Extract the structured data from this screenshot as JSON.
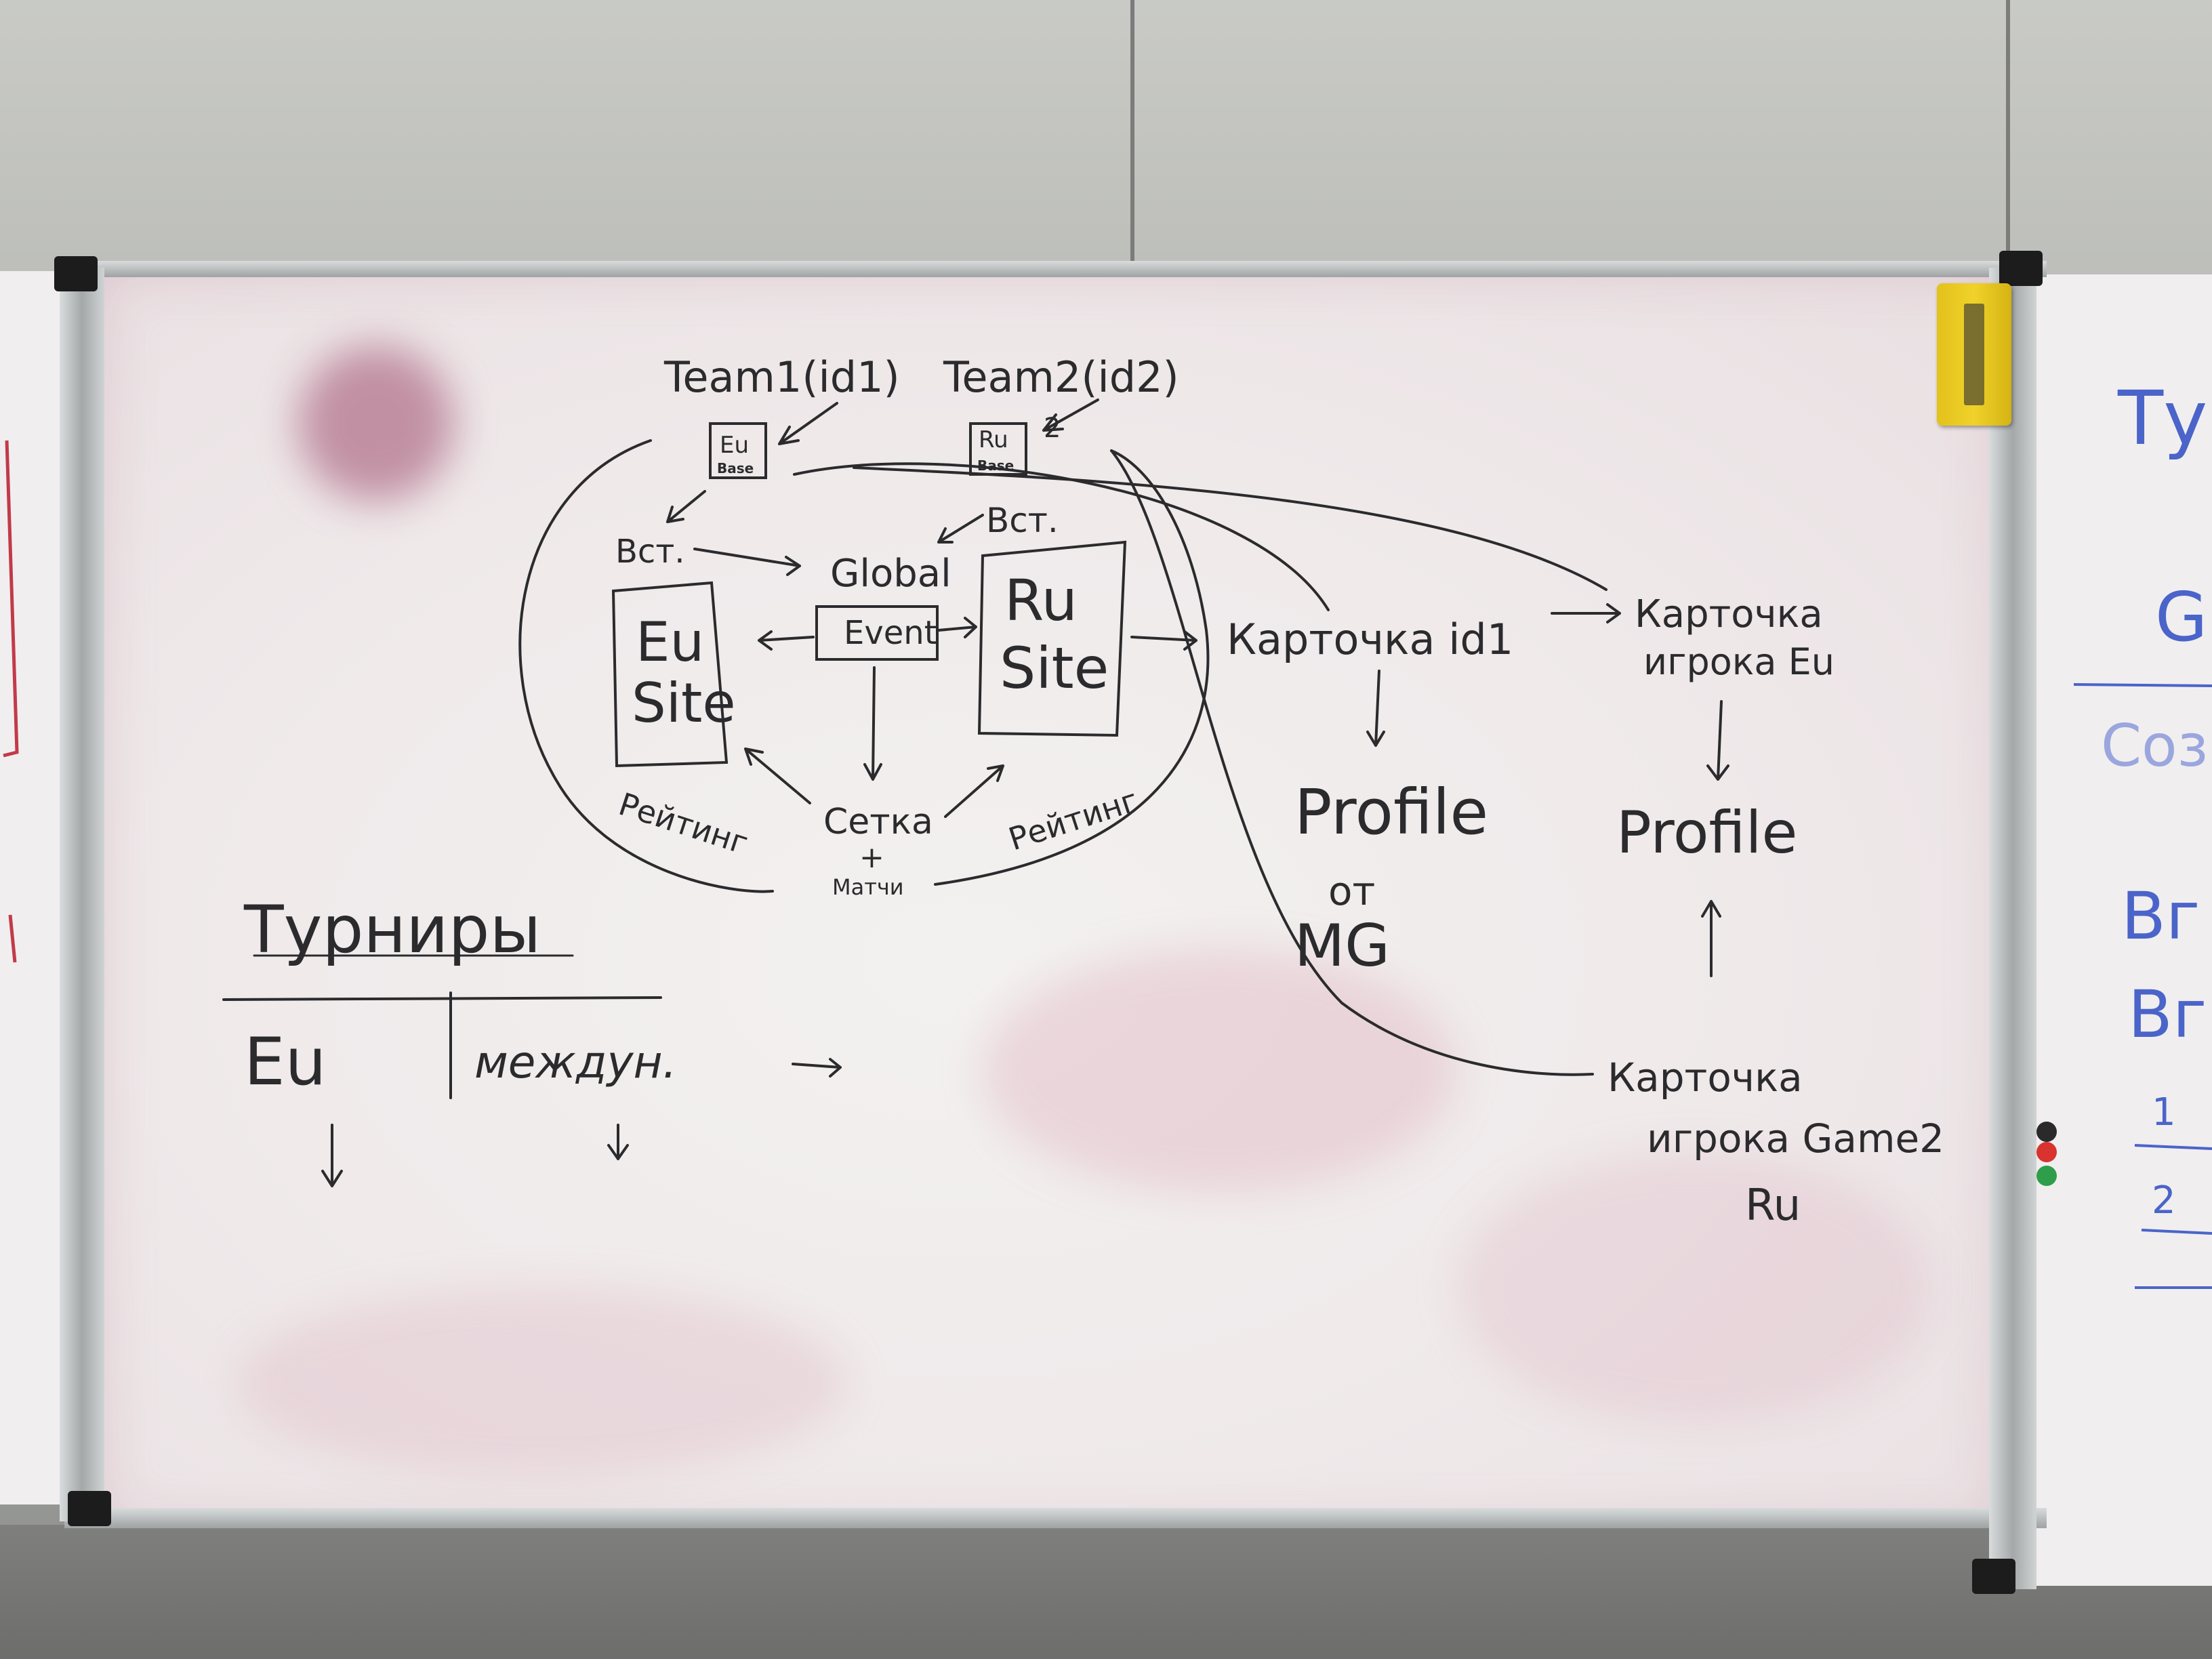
{
  "whiteboard": {
    "team1": "Team1(id1)",
    "team1_box": [
      "Eu",
      "Base"
    ],
    "team2": "Team2(id2)",
    "team2_box": [
      "Ru",
      "Base"
    ],
    "team2_marker": "2",
    "vst_left": "Вст.",
    "vst_right": "Вст.",
    "global": "Global",
    "event": "Event",
    "eu_site": [
      "Eu",
      "Site"
    ],
    "ru_site": [
      "Ru",
      "Site"
    ],
    "rating_left": "Рейтинг",
    "rating_right": "Рейтинг",
    "setka": "Сетка",
    "plus": "+",
    "matchi": "Матчи",
    "kartochka_id1": "Карточка id1",
    "kartochka_igroka_eu": [
      "Карточка",
      "игрока Eu"
    ],
    "profile_mg": [
      "Profile",
      "от",
      "MG"
    ],
    "profile_right": "Profile",
    "kartochka_igroka_game": [
      "Карточка",
      "игрока Game2",
      "Ru"
    ],
    "turniry": "Турниры",
    "eu_col": "Eu",
    "mezhdun": "междун."
  },
  "right_board_fragments": [
    "Ту",
    "G",
    "Соз",
    "Вг",
    "Вг",
    "1",
    "2"
  ],
  "colors": {
    "ink_black": "#2b2b2e",
    "ink_blue": "#4a64c9",
    "ink_red": "#c23a48",
    "eraser_yellow": "#e8c81f"
  }
}
